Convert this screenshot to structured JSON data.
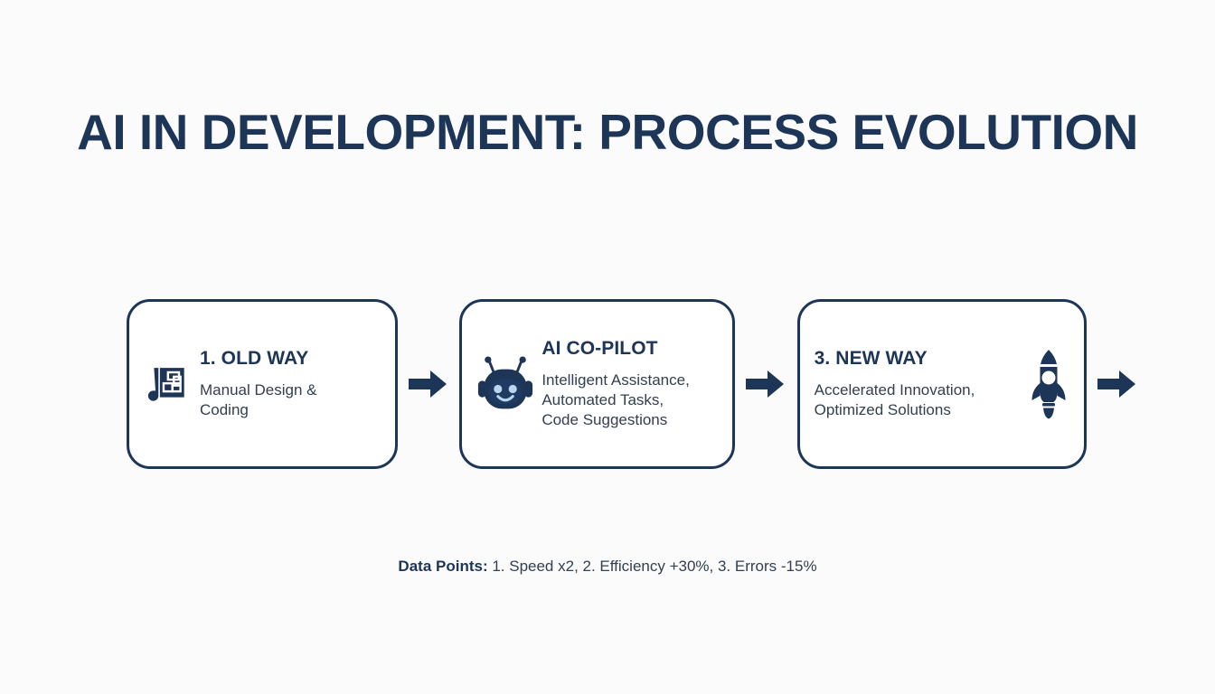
{
  "slide": {
    "title": "AI IN DEVELOPMENT: PROCESS EVOLUTION",
    "background_color": "#fbfbfc",
    "accent_color": "#1d3557",
    "body_text_color": "#32404f"
  },
  "flow": {
    "steps": [
      {
        "icon": "blueprint-icon",
        "heading": "1. OLD WAY",
        "description": "Manual Design &\nCoding",
        "icon_side": "left"
      },
      {
        "icon": "robot-icon",
        "heading": "AI CO-PILOT",
        "description": "Intelligent Assistance,\nAutomated Tasks,\nCode Suggestions",
        "icon_side": "left"
      },
      {
        "icon": "rocket-icon",
        "heading": "3. NEW WAY",
        "description": "Accelerated Innovation,\nOptimized Solutions",
        "icon_side": "right"
      }
    ],
    "arrows": [
      "arrow-right-icon",
      "arrow-right-icon",
      "arrow-right-icon"
    ]
  },
  "footer": {
    "label": "Data Points:",
    "value": " 1. Speed x2, 2. Efficiency +30%, 3. Errors -15%"
  }
}
